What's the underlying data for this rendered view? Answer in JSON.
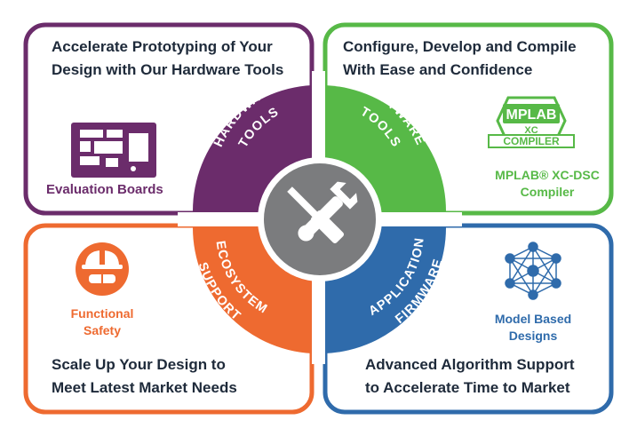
{
  "quadrants": {
    "hardware": {
      "heading": [
        "Accelerate Prototyping of Your",
        "Design with Our Hardware Tools"
      ],
      "arc_words": [
        "HARDWARE",
        "TOOLS"
      ],
      "icon": "evaluation-board-icon",
      "icon_label": "Evaluation Boards",
      "color": "#6b2c6b"
    },
    "software": {
      "heading": [
        "Configure, Develop and Compile",
        "With Ease and Confidence"
      ],
      "arc_words": [
        "SOFTWARE",
        "TOOLS"
      ],
      "icon": "mplab-xc-compiler-logo",
      "logo_text": [
        "MPLAB",
        "XC",
        "COMPILER"
      ],
      "icon_label": [
        "MPLAB® XC-DSC",
        "Compiler"
      ],
      "color": "#57b947"
    },
    "ecosystem": {
      "heading": [
        "Scale Up Your Design to",
        "Meet Latest Market Needs"
      ],
      "arc_words": [
        "ECOSYSTEM",
        "SUPPORT"
      ],
      "icon": "safety-worker-icon",
      "icon_label": [
        "Functional",
        "Safety"
      ],
      "color": "#ee6a30"
    },
    "firmware": {
      "heading": [
        "Advanced Algorithm Support",
        "to Accelerate Time to Market"
      ],
      "arc_words": [
        "APPLICATION",
        "FIRMWARE"
      ],
      "icon": "network-model-icon",
      "icon_label": [
        "Model Based",
        "Designs"
      ],
      "color": "#2f6bab"
    }
  },
  "center": {
    "icon": "wrench-screwdriver-icon",
    "color": "#7b7c7e"
  }
}
